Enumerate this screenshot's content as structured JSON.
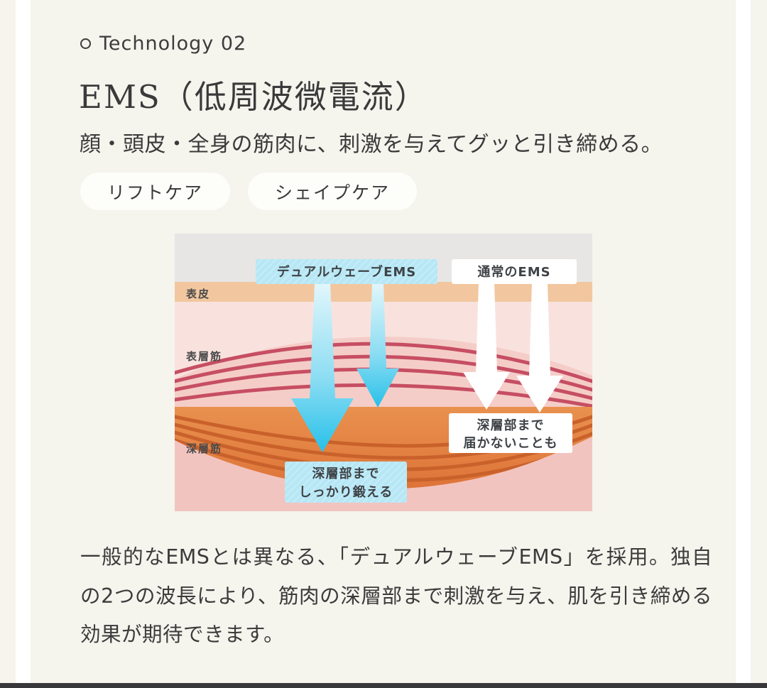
{
  "page": {
    "background_color": "#f5f4ed",
    "gutter_color": "#ffffff",
    "footer_bar_color": "#38373a"
  },
  "tech_section": {
    "eyebrow": "Technology 02",
    "title": "EMS（低周波微電流）",
    "subtitle": "顔・頭皮・全身の筋肉に、刺激を与えてグッと引き締める。",
    "tags": [
      {
        "label": "リフトケア"
      },
      {
        "label": "シェイプケア"
      }
    ],
    "description": "一般的なEMSとは異なる、「デュアルウェーブEMS」を採用。独自の2つの波長により、筋肉の深層部まで刺激を与え、肌を引き締める効果が期待できます。"
  },
  "diagram": {
    "skin_layers": {
      "epidermis": "表皮",
      "surface_muscle": "表層筋",
      "deep_muscle": "深層筋"
    },
    "dual_wave": {
      "label": "デュアルウェーブEMS",
      "caption_line1": "深層部まで",
      "caption_line2": "しっかり鍛える"
    },
    "normal_ems": {
      "label": "通常のEMS",
      "caption_line1": "深層部まで",
      "caption_line2": "届かないことも"
    },
    "colors": {
      "dual_wave_accent": "#b7e7f5",
      "arrow_cyan": "#2ec6ec",
      "normal_white": "#ffffff",
      "epidermis_band": "#f2c79f",
      "surface_pink": "#f9e2de",
      "surface_bulge_pink": "#f5cdc8",
      "muscle_fiber_red": "#c64e63",
      "deep_orange": "#e8874a",
      "deep_fiber_orange": "#c9612b",
      "background_gray": "#e7e6e5",
      "bottom_pink": "#f2c4c0"
    }
  }
}
